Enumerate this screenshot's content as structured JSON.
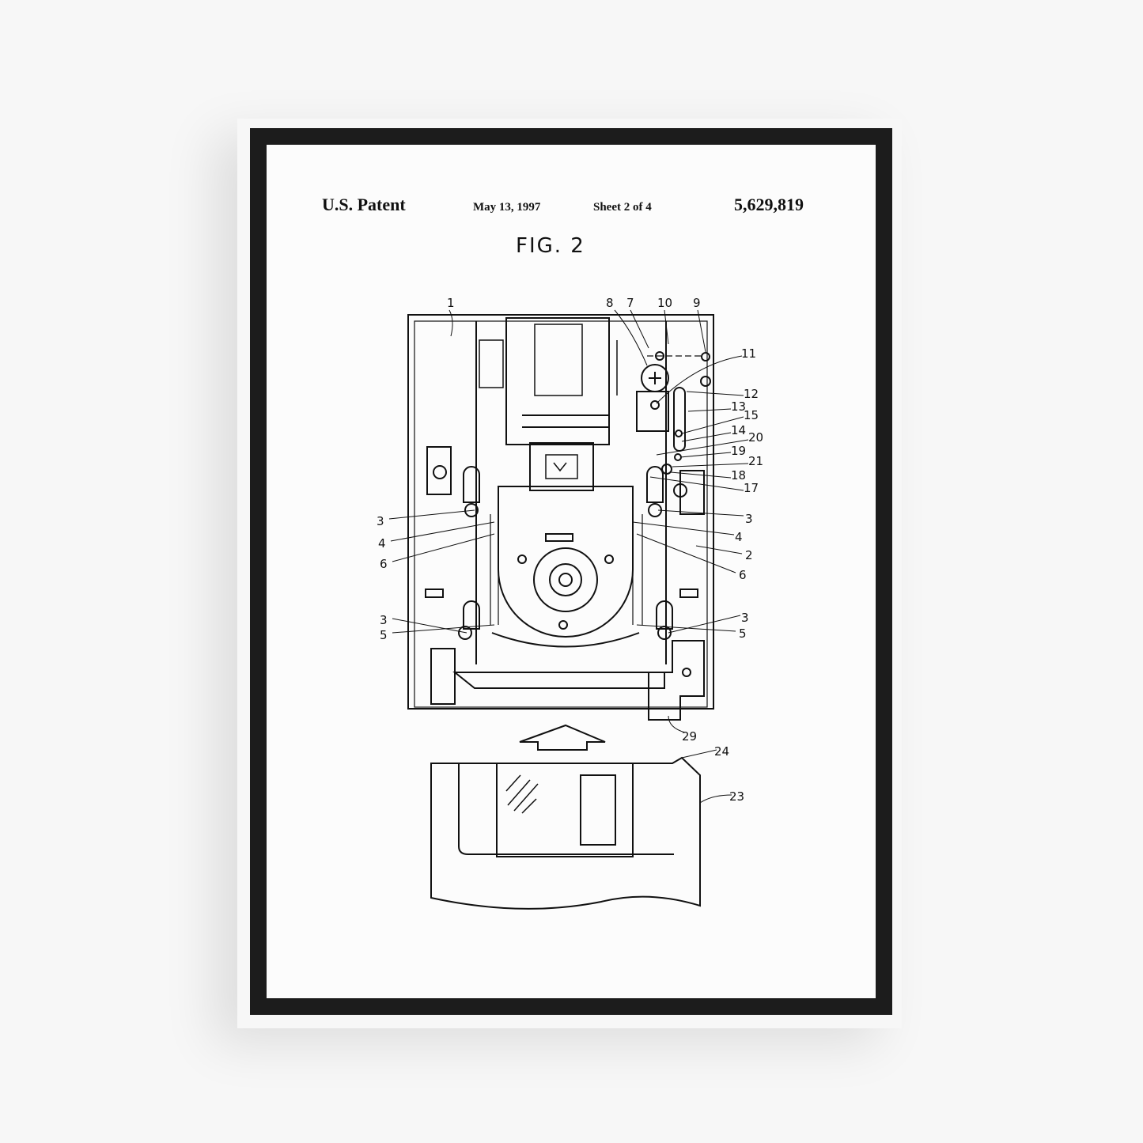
{
  "header": {
    "left": "U.S. Patent",
    "date": "May 13, 1997",
    "sheet": "Sheet 2 of 4",
    "number": "5,629,819"
  },
  "figure": {
    "title": "FIG. 2",
    "labels": [
      "1",
      "8",
      "7",
      "10",
      "9",
      "11",
      "12",
      "13",
      "15",
      "14",
      "20",
      "19",
      "21",
      "18",
      "17",
      "3",
      "4",
      "6",
      "3",
      "5",
      "3",
      "4",
      "2",
      "6",
      "3",
      "5",
      "29",
      "24",
      "23"
    ]
  },
  "colors": {
    "frame": "#1c1c1c",
    "mat": "#fcfcfc",
    "ink": "#111111"
  }
}
